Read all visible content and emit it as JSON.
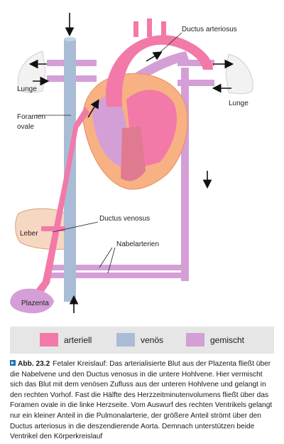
{
  "diagram": {
    "labels": {
      "ductus_arteriosus": "Ductus arteriosus",
      "lunge_left": "Lunge",
      "lunge_right": "Lunge",
      "foramen": "Foramen",
      "ovale": "ovale",
      "leber": "Leber",
      "ductus_venosus": "Ductus venosus",
      "nabelarterien": "Nabelarterien",
      "plazenta": "Plazenta"
    }
  },
  "legend": {
    "items": [
      {
        "label": "arteriell",
        "color": "#f279a8"
      },
      {
        "label": "venös",
        "color": "#a9bcd6"
      },
      {
        "label": "gemischt",
        "color": "#d49fd6"
      }
    ]
  },
  "caption": {
    "figure_label": "Abb. 23.2",
    "text": "Fetaler Kreislauf: Das arterialisierte Blut aus der Plazenta fließt über die Nabelvene und den Ductus venosus in die untere Hohlvene. Hier vermischt sich das Blut mit dem venösen Zufluss aus der unteren Hohlvene und gelangt in den rechten Vorhof. Fast die Hälfte des Herzzeitminutenvolumens fließt über das Foramen ovale in die linke Herzseite. Vom Auswurf des rechten Ventrikels gelangt nur ein kleiner Anteil in die Pulmonalarterie, der größere Anteil strömt über den Ductus arteriosus in die deszendierende Aorta. Demnach unterstützen beide Ventrikel den Körperkreislauf"
  },
  "colors": {
    "arterial": "#f279a8",
    "venous": "#a9bcd6",
    "mixed": "#d49fd6",
    "heart_wall": "#f6c89a",
    "organ_outline": "#d6a07a",
    "lung_fill": "#f2f2f2",
    "caption_marker": "#1f6fb4"
  }
}
